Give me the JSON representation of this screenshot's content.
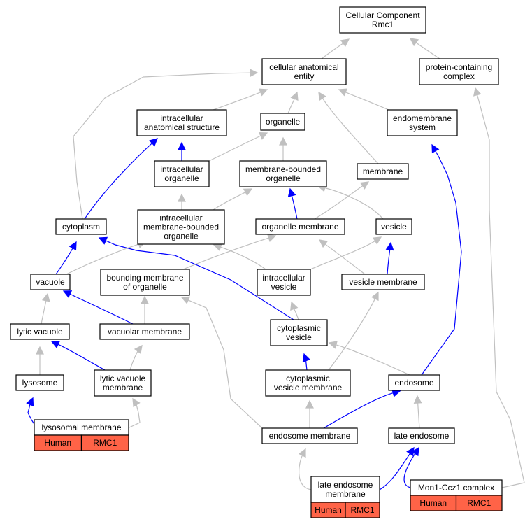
{
  "colors": {
    "is_a": "#c0c0c0",
    "part_of": "#0000ff",
    "annotation": "#ff6347"
  },
  "nodes": {
    "root": {
      "lines": [
        "Cellular Component",
        "Rmc1"
      ]
    },
    "cae": {
      "lines": [
        "cellular anatomical",
        "entity"
      ]
    },
    "pcc": {
      "lines": [
        "protein-containing",
        "complex"
      ]
    },
    "ias": {
      "lines": [
        "intracellular",
        "anatomical structure"
      ]
    },
    "organelle": {
      "lines": [
        "organelle"
      ]
    },
    "endo_sys": {
      "lines": [
        "endomembrane",
        "system"
      ]
    },
    "io": {
      "lines": [
        "intracellular",
        "organelle"
      ]
    },
    "mbo": {
      "lines": [
        "membrane-bounded",
        "organelle"
      ]
    },
    "membrane": {
      "lines": [
        "membrane"
      ]
    },
    "cytoplasm": {
      "lines": [
        "cytoplasm"
      ]
    },
    "imbo": {
      "lines": [
        "intracellular",
        "membrane-bounded",
        "organelle"
      ]
    },
    "om": {
      "lines": [
        "organelle membrane"
      ]
    },
    "vesicle": {
      "lines": [
        "vesicle"
      ]
    },
    "vacuole": {
      "lines": [
        "vacuole"
      ]
    },
    "bmo": {
      "lines": [
        "bounding membrane",
        "of organelle"
      ]
    },
    "iv": {
      "lines": [
        "intracellular",
        "vesicle"
      ]
    },
    "vm": {
      "lines": [
        "vesicle membrane"
      ]
    },
    "lv": {
      "lines": [
        "lytic vacuole"
      ]
    },
    "vacm": {
      "lines": [
        "vacuolar membrane"
      ]
    },
    "cv": {
      "lines": [
        "cytoplasmic",
        "vesicle"
      ]
    },
    "lysosome": {
      "lines": [
        "lysosome"
      ]
    },
    "lvm": {
      "lines": [
        "lytic vacuole",
        "membrane"
      ]
    },
    "cvm": {
      "lines": [
        "cytoplasmic",
        "vesicle membrane"
      ]
    },
    "endosome": {
      "lines": [
        "endosome"
      ]
    },
    "lysm": {
      "lines": [
        "lysosomal membrane"
      ]
    },
    "em": {
      "lines": [
        "endosome membrane"
      ]
    },
    "le": {
      "lines": [
        "late endosome"
      ]
    },
    "lem": {
      "lines": [
        "late endosome",
        "membrane"
      ]
    },
    "mon1": {
      "lines": [
        "Mon1-Ccz1 complex"
      ]
    }
  },
  "annotations": {
    "lysm": [
      "Human",
      "RMC1"
    ],
    "lem": [
      "Human",
      "RMC1"
    ],
    "mon1": [
      "Human",
      "RMC1"
    ]
  },
  "edges": [
    {
      "from": "cae",
      "to": "root",
      "type": "is_a"
    },
    {
      "from": "pcc",
      "to": "root",
      "type": "is_a"
    },
    {
      "from": "ias",
      "to": "cae",
      "type": "is_a"
    },
    {
      "from": "organelle",
      "to": "cae",
      "type": "is_a"
    },
    {
      "from": "endo_sys",
      "to": "cae",
      "type": "is_a"
    },
    {
      "from": "membrane",
      "to": "cae",
      "type": "is_a"
    },
    {
      "from": "cytoplasm",
      "to": "cae",
      "type": "is_a"
    },
    {
      "from": "io",
      "to": "ias",
      "type": "part_of"
    },
    {
      "from": "io",
      "to": "organelle",
      "type": "is_a"
    },
    {
      "from": "mbo",
      "to": "organelle",
      "type": "is_a"
    },
    {
      "from": "cytoplasm",
      "to": "ias",
      "type": "part_of"
    },
    {
      "from": "imbo",
      "to": "io",
      "type": "is_a"
    },
    {
      "from": "imbo",
      "to": "mbo",
      "type": "is_a"
    },
    {
      "from": "om",
      "to": "mbo",
      "type": "part_of"
    },
    {
      "from": "om",
      "to": "membrane",
      "type": "is_a"
    },
    {
      "from": "vesicle",
      "to": "mbo",
      "type": "is_a"
    },
    {
      "from": "vacuole",
      "to": "cytoplasm",
      "type": "part_of"
    },
    {
      "from": "vacuole",
      "to": "imbo",
      "type": "is_a"
    },
    {
      "from": "bmo",
      "to": "om",
      "type": "is_a"
    },
    {
      "from": "iv",
      "to": "imbo",
      "type": "is_a"
    },
    {
      "from": "iv",
      "to": "vesicle",
      "type": "is_a"
    },
    {
      "from": "vm",
      "to": "vesicle",
      "type": "part_of"
    },
    {
      "from": "vm",
      "to": "om",
      "type": "is_a"
    },
    {
      "from": "lv",
      "to": "vacuole",
      "type": "is_a"
    },
    {
      "from": "vacm",
      "to": "vacuole",
      "type": "part_of"
    },
    {
      "from": "vacm",
      "to": "bmo",
      "type": "is_a"
    },
    {
      "from": "cv",
      "to": "cytoplasm",
      "type": "part_of"
    },
    {
      "from": "cv",
      "to": "iv",
      "type": "is_a"
    },
    {
      "from": "lysosome",
      "to": "lv",
      "type": "is_a"
    },
    {
      "from": "lvm",
      "to": "lv",
      "type": "part_of"
    },
    {
      "from": "lvm",
      "to": "vacm",
      "type": "is_a"
    },
    {
      "from": "cvm",
      "to": "cv",
      "type": "part_of"
    },
    {
      "from": "cvm",
      "to": "vm",
      "type": "is_a"
    },
    {
      "from": "endosome",
      "to": "endo_sys",
      "type": "part_of"
    },
    {
      "from": "endosome",
      "to": "cv",
      "type": "is_a"
    },
    {
      "from": "lysm",
      "to": "lysosome",
      "type": "part_of"
    },
    {
      "from": "lysm",
      "to": "lvm",
      "type": "is_a"
    },
    {
      "from": "em",
      "to": "cvm",
      "type": "is_a"
    },
    {
      "from": "em",
      "to": "endosome",
      "type": "part_of"
    },
    {
      "from": "em",
      "to": "bmo",
      "type": "is_a"
    },
    {
      "from": "le",
      "to": "endosome",
      "type": "is_a"
    },
    {
      "from": "lem",
      "to": "em",
      "type": "is_a"
    },
    {
      "from": "lem",
      "to": "le",
      "type": "part_of"
    },
    {
      "from": "mon1",
      "to": "le",
      "type": "part_of"
    },
    {
      "from": "mon1",
      "to": "pcc",
      "type": "is_a"
    }
  ]
}
